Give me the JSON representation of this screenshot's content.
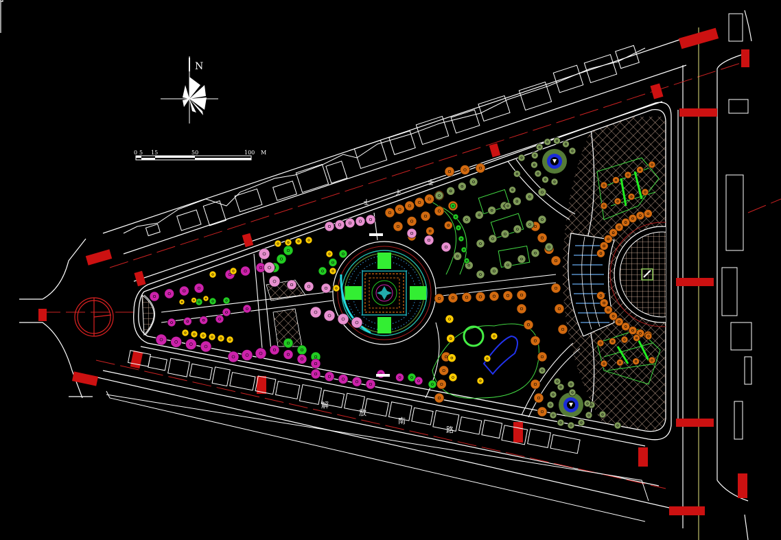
{
  "drawing": {
    "type": "park-site-plan",
    "background": "#000000",
    "north_arrow": {
      "label": "N"
    },
    "scale_bar": {
      "ticks": [
        "0",
        "5",
        "15",
        "50",
        "100"
      ],
      "unit": "M"
    },
    "roads": {
      "south_road_label": [
        "解",
        "放",
        "南",
        "路"
      ],
      "north_road_label": [
        "",
        "",
        ""
      ]
    },
    "colors": {
      "outline": "#ffffff",
      "centerline": "#cc2222",
      "crosswalk": "#dd1111",
      "paving_grid": "#f0c8b0",
      "tree_orange": "#d26a10",
      "tree_olive": "#7e9a58",
      "tree_green": "#22cc22",
      "tree_magenta": "#cc22aa",
      "tree_pink": "#e890d0",
      "tree_yellow": "#ffcc00",
      "path_green": "#44dd44",
      "water_blue": "#1a2cd8",
      "cyan": "#22d8e0",
      "axis_yellow": "#e8e880"
    }
  }
}
